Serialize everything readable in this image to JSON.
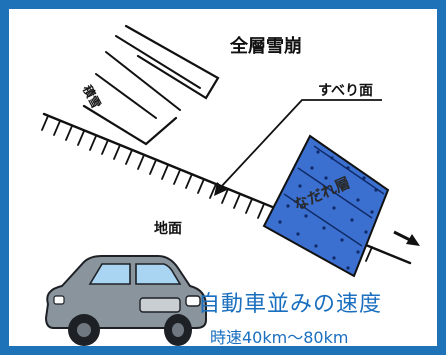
{
  "diagram": {
    "title": "全層雪崩",
    "slip_surface_label": "すべり面",
    "ground_label": "地面",
    "snow_layer_label": "積雪",
    "avalanche_layer_label": "なだれ層",
    "speed_heading": "自動車並みの速度",
    "speed_range": "時速40km〜80km"
  },
  "colors": {
    "frame": "#1e73b8",
    "avalanche_fill": "#3b6fd0",
    "speed_text": "#1a6fbf",
    "car_body": "#8a949c"
  },
  "icons": [
    "car-icon",
    "arrow-icon"
  ]
}
